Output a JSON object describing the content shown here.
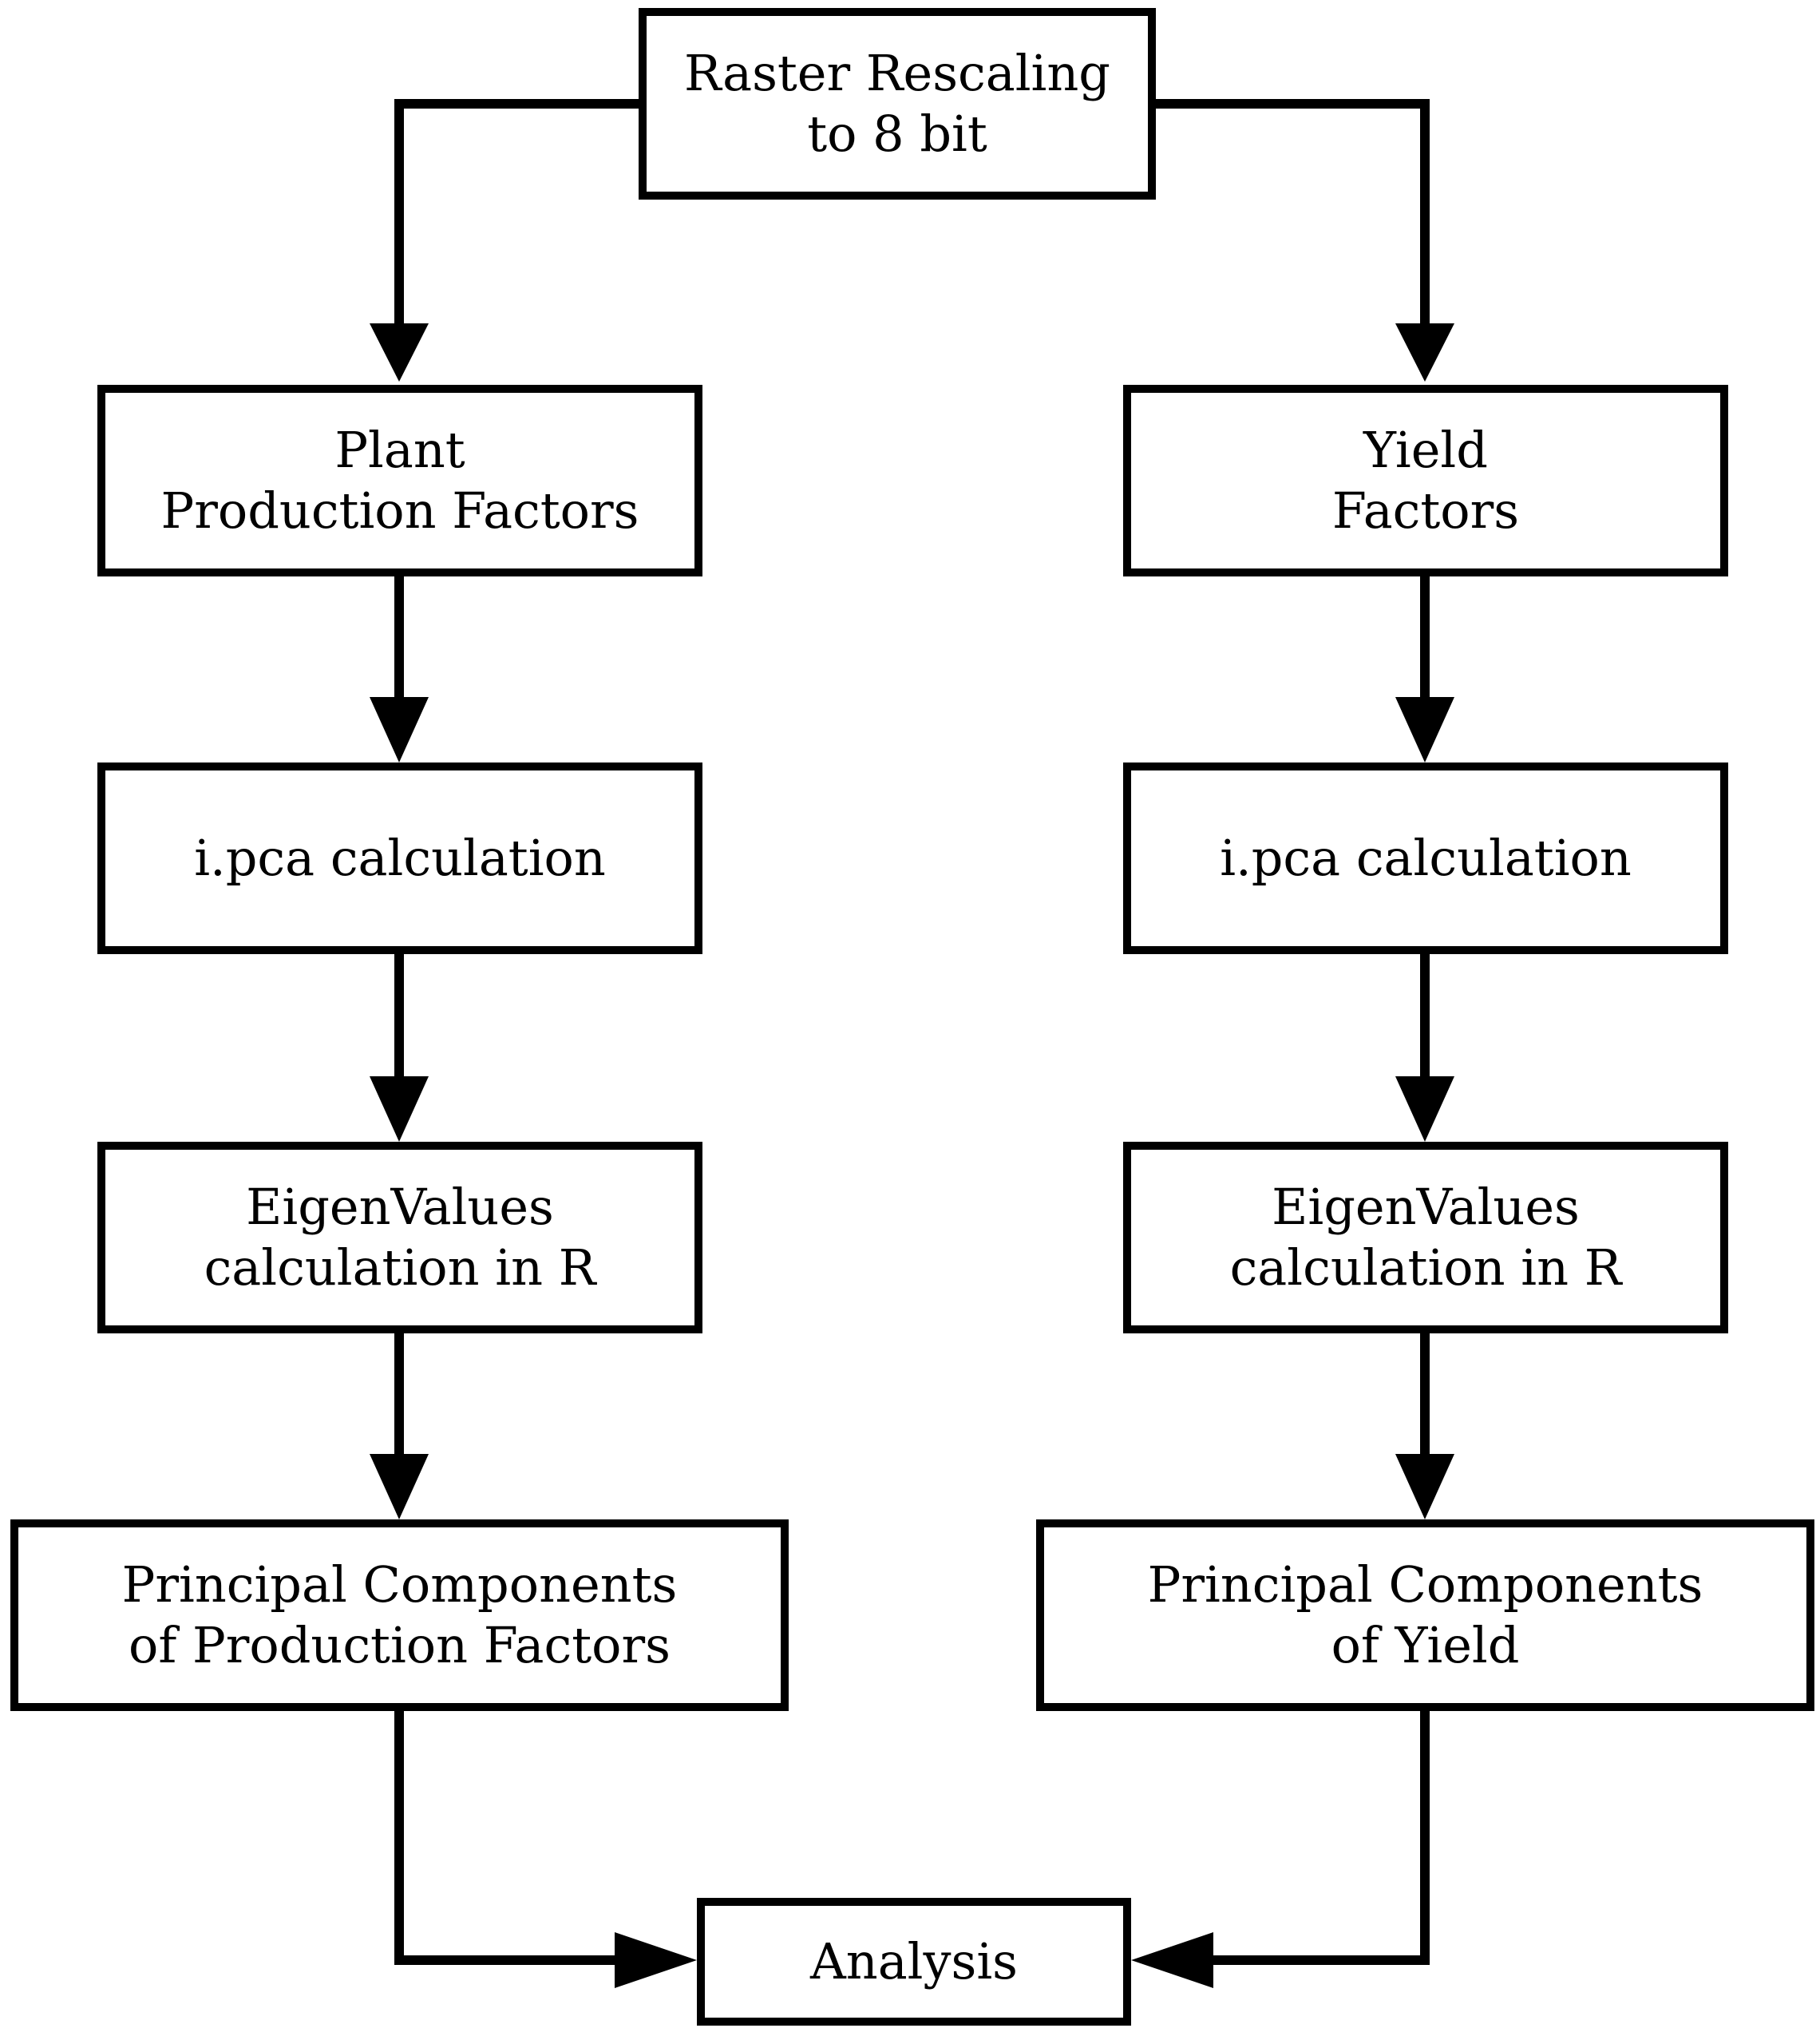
{
  "nodes": {
    "raster_rescaling": "Raster Rescaling\nto 8 bit",
    "plant_production_factors": "Plant\nProduction Factors",
    "yield_factors": "Yield\nFactors",
    "ipca_left": "i.pca calculation",
    "ipca_right": "i.pca calculation",
    "eigen_left": "EigenValues\ncalculation in R",
    "eigen_right": "EigenValues\ncalculation in R",
    "pc_production": "Principal Components\nof Production Factors",
    "pc_yield": "Principal Components\nof Yield",
    "analysis": "Analysis"
  },
  "edges": [
    {
      "from": "raster_rescaling",
      "to": "plant_production_factors"
    },
    {
      "from": "raster_rescaling",
      "to": "yield_factors"
    },
    {
      "from": "plant_production_factors",
      "to": "ipca_left"
    },
    {
      "from": "yield_factors",
      "to": "ipca_right"
    },
    {
      "from": "ipca_left",
      "to": "eigen_left"
    },
    {
      "from": "ipca_right",
      "to": "eigen_right"
    },
    {
      "from": "eigen_left",
      "to": "pc_production"
    },
    {
      "from": "eigen_right",
      "to": "pc_yield"
    },
    {
      "from": "pc_production",
      "to": "analysis"
    },
    {
      "from": "pc_yield",
      "to": "analysis"
    }
  ]
}
